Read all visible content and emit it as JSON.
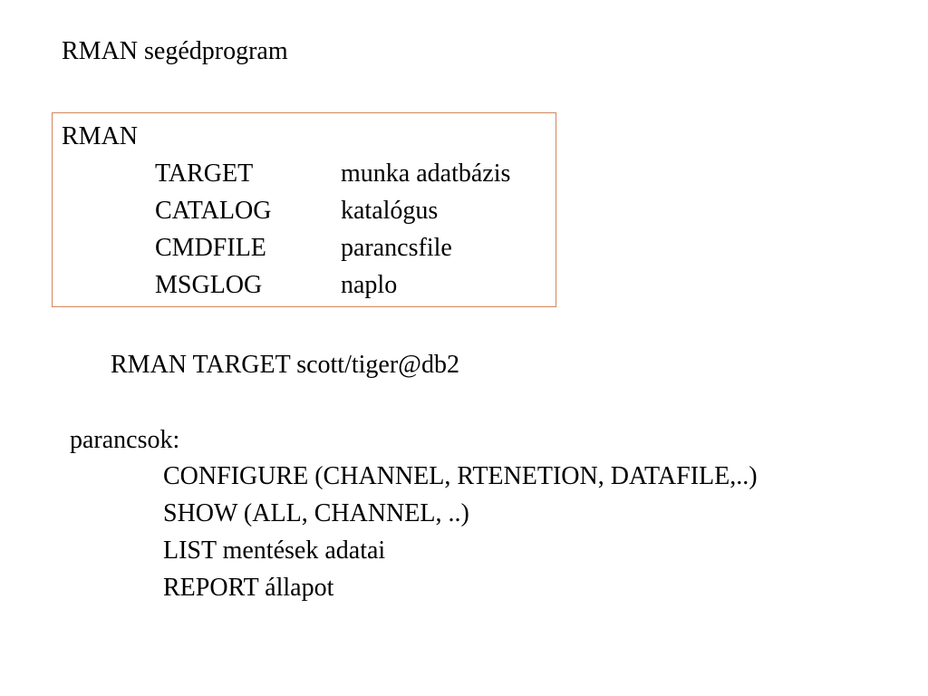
{
  "slide": {
    "title": "RMAN segédprogram",
    "box": {
      "heading": "RMAN",
      "options": [
        {
          "name": "TARGET",
          "desc": "munka adatbázis"
        },
        {
          "name": "CATALOG",
          "desc": "katalógus"
        },
        {
          "name": "CMDFILE",
          "desc": "parancsfile"
        },
        {
          "name": "MSGLOG",
          "desc": "naplo"
        }
      ]
    },
    "example": "RMAN TARGET scott/tiger@db2",
    "commands": {
      "heading": "parancsok:",
      "items": [
        "CONFIGURE (CHANNEL, RTENETION, DATAFILE,..)",
        "SHOW (ALL, CHANNEL, ..)",
        "LIST mentések adatai",
        "REPORT állapot"
      ]
    }
  },
  "colors": {
    "box_border": "#d0865c",
    "text": "#000000",
    "background": "#ffffff"
  }
}
